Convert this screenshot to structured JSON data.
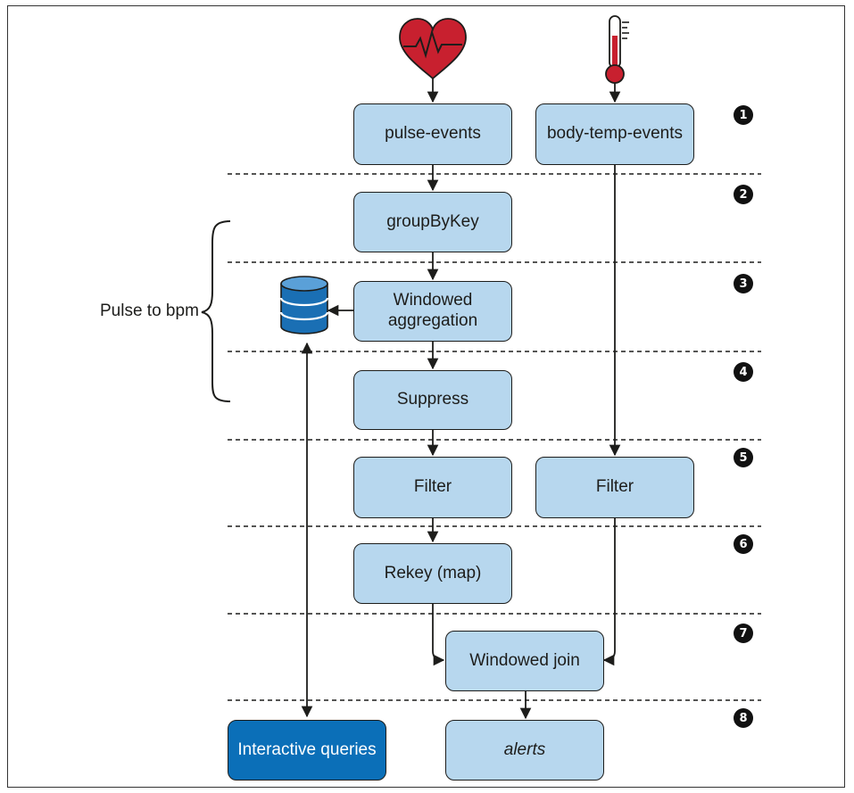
{
  "nodes": {
    "pulse_events": "pulse-events",
    "body_temp_events": "body-temp-events",
    "group_by_key": "groupByKey",
    "windowed_aggregation": "Windowed\naggregation",
    "suppress": "Suppress",
    "filter_pulse": "Filter",
    "filter_temp": "Filter",
    "rekey": "Rekey (map)",
    "windowed_join": "Windowed join",
    "interactive_queries": "Interactive queries",
    "alerts": "alerts"
  },
  "steps": [
    "1",
    "2",
    "3",
    "4",
    "5",
    "6",
    "7",
    "8"
  ],
  "brace_label": "Pulse to bpm",
  "icons": {
    "heart": "heartbeat-icon",
    "thermometer": "thermometer-icon",
    "database": "database-icon"
  },
  "colors": {
    "node_fill": "#b7d7ee",
    "node_dark_fill": "#0b6fb8",
    "heart": "#c8202f",
    "db": "#1a6fb4"
  }
}
